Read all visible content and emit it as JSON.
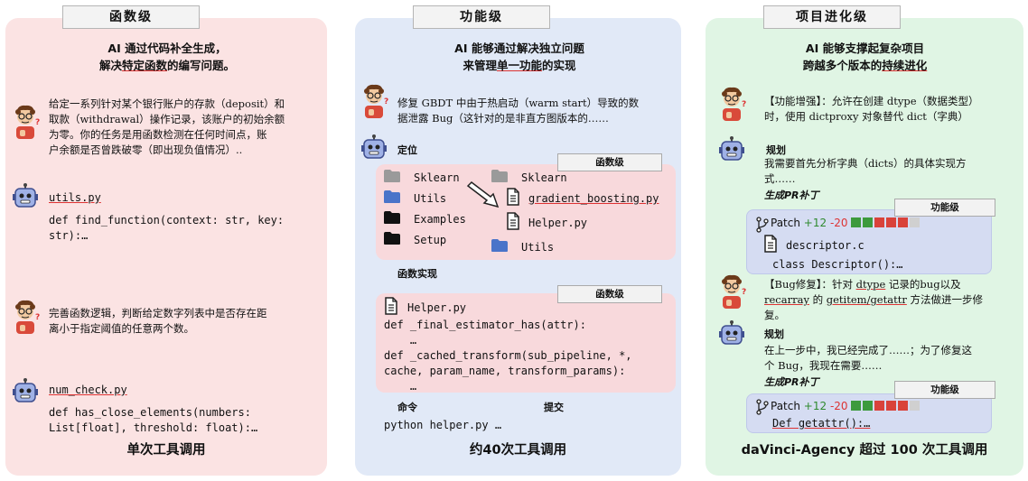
{
  "panels": {
    "function": {
      "tab": "函数级",
      "header_line1": "AI 通过代码补全生成，",
      "header_line2_pre": "解决",
      "header_line2_em": "特定函数",
      "header_line2_post": "的编写问题。",
      "task1": [
        "给定一系列针对某个银行账户的存款（deposit）和",
        "取款（withdrawal）操作记录，该账户的初始余额",
        "为零。你的任务是用函数检测在任何时间点，账",
        "户余额是否曾跌破零（即出现负值情况）.."
      ],
      "file1": "utils.py",
      "code1": [
        "def find_function(context: str, key:",
        "str):…"
      ],
      "task2": [
        "完善函数逻辑，判断给定数字列表中是否存在距",
        "离小于指定阈值的任意两个数。"
      ],
      "file2": "num_check.py",
      "code2": [
        "def has_close_elements(numbers:",
        "List[float], threshold: float):…"
      ],
      "footer": "单次工具调用"
    },
    "feature": {
      "tab": "功能级",
      "header_line1": "AI 能够通过解决独立问题",
      "header_line2_pre": "来管理",
      "header_line2_em": "单一功能",
      "header_line2_post": "的实现",
      "task": [
        "修复 GBDT 中由于热启动（warm start）导致的数",
        "据泄露 Bug（这针对的是非直方图版本的……"
      ],
      "locate_label": "定位",
      "tree_left": [
        "Sklearn",
        "Utils",
        "Examples",
        "Setup"
      ],
      "tree_right_root": "Sklearn",
      "tree_right_files": [
        "gradient_boosting.py",
        "Helper.py"
      ],
      "tree_right_folder": "Utils",
      "tag1": "函数级",
      "impl_label": "函数实现",
      "tag2": "函数级",
      "impl_file": "Helper.py",
      "impl_code": [
        "def _final_estimator_has(attr):",
        "    …",
        "def _cached_transform(sub_pipeline, *,",
        "cache, param_name, transform_params):",
        "    …"
      ],
      "cmd_label": "命令",
      "commit_label": "提交",
      "cmd": "python helper.py …",
      "footer": "约40次工具调用"
    },
    "project": {
      "tab": "项目进化级",
      "header_line1": "AI 能够支撑起复杂项目",
      "header_line2_pre": "跨越多个版本的",
      "header_line2_em": "持续进化",
      "task1": [
        "【功能增强】：允许在创建 dtype（数据类型）",
        "时，使用 dictproxy 对象替代 dict（字典）"
      ],
      "plan1_label": "规划",
      "plan1": [
        "我需要首先分析字典（dicts）的具体实现方",
        "式……"
      ],
      "patch_gen1": "生成PR补丁",
      "tag1": "功能级",
      "patch1_label": "Patch",
      "patch1_add": "+12",
      "patch1_del": "-20",
      "patch1_file": "descriptor.c",
      "patch1_code": "class Descriptor():…",
      "task2_pre": "【Bug修复】：针对 ",
      "task2_u1": "dtype",
      "task2_mid": " 记录的bug以及",
      "task2_u2": "recarray",
      "task2_mid2": " 的 ",
      "task2_u3": "getitem/getattr",
      "task2_post": " 方法做进一步修",
      "task2_end": "复。",
      "plan2_label": "规划",
      "plan2": [
        "在上一步中，我已经完成了……；为了修复这",
        "个 Bug，我现在需要……"
      ],
      "patch_gen2": "生成PR补丁",
      "tag2": "功能级",
      "patch2_label": "Patch",
      "patch2_add": "+12",
      "patch2_del": "-20",
      "patch2_code": "Def getattr():…",
      "footer": "daVinci-Agency 超过 100 次工具调用"
    }
  },
  "colors": {
    "pink": "#fbe3e3",
    "blue": "#e1e9f7",
    "green": "#e0f5e4",
    "add": "#2f8a2f",
    "del": "#d33333",
    "folder_blue": "#4a74c9"
  },
  "icons": [
    "person-icon",
    "robot-icon",
    "folder-icon",
    "file-icon",
    "git-branch-icon",
    "arrow-icon"
  ]
}
